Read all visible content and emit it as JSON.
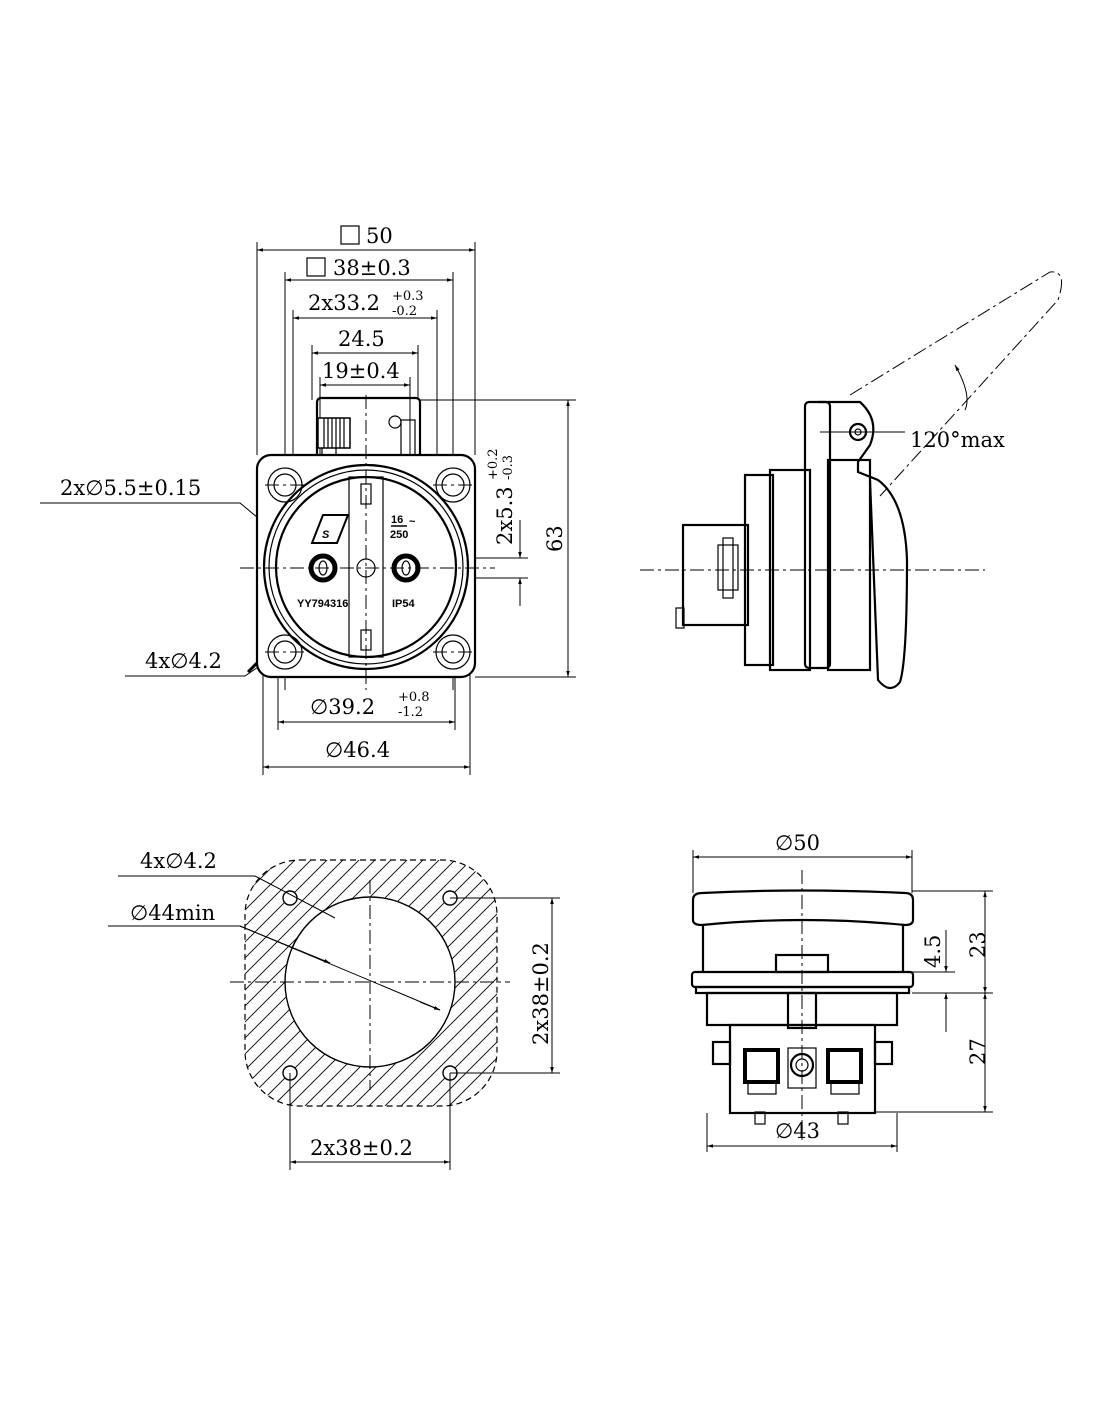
{
  "front_view": {
    "dim_square_50": "50",
    "dim_square_38": "38±0.3",
    "dim_2x33": {
      "base": "2x33.2",
      "upper": "+0.3",
      "lower": "-0.2"
    },
    "dim_24_5": "24.5",
    "dim_19": "19±0.4",
    "dim_63": "63",
    "dim_2x5_3": {
      "base": "2x5.3",
      "upper": "+0.2",
      "lower": "-0.3"
    },
    "dim_pin_holes": "2x∅5.5±0.15",
    "dim_mount_holes": "4x∅4.2",
    "dim_39_2": {
      "base": "∅39.2",
      "upper": "+0.8",
      "lower": "-1.2"
    },
    "dim_46_4": "∅46.4",
    "marking_rating_top": "16",
    "marking_rating_bottom": "250",
    "marking_rating_ac": "~",
    "marking_logo": "S",
    "marking_model": "YY794316",
    "marking_ip": "IP54"
  },
  "side_view": {
    "angle_label": "120°max"
  },
  "cutout_view": {
    "dim_holes": "4x∅4.2",
    "dim_min_dia": "∅44min",
    "dim_vertical": "2x38±0.2",
    "dim_horizontal": "2x38±0.2"
  },
  "bottom_view": {
    "dim_50": "∅50",
    "dim_43": "∅43",
    "dim_23": "23",
    "dim_27": "27",
    "dim_4_5": "4.5"
  }
}
